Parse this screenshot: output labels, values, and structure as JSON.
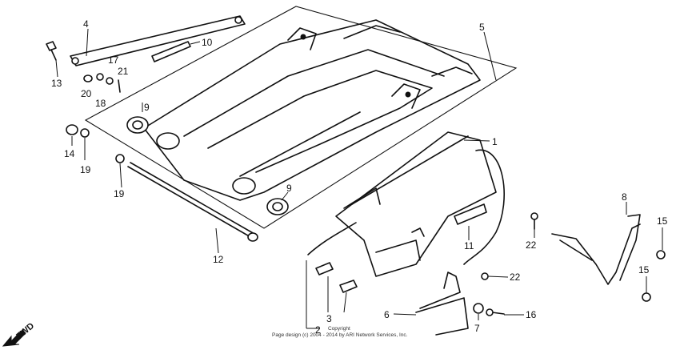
{
  "callouts": {
    "c1": "1",
    "c2": "2",
    "c3": "3",
    "c4": "4",
    "c5": "5",
    "c6": "6",
    "c7": "7",
    "c8": "8",
    "c9a": "9",
    "c9b": "9",
    "c10": "10",
    "c11": "11",
    "c12": "12",
    "c13": "13",
    "c14": "14",
    "c15a": "15",
    "c15b": "15",
    "c16": "16",
    "c17": "17",
    "c18": "18",
    "c19a": "19",
    "c19b": "19",
    "c20": "20",
    "c21": "21",
    "c22a": "22",
    "c22b": "22"
  },
  "direction_label": "FWD",
  "copyright": {
    "line1": "Copyright",
    "line2": "Page design (c) 2004 - 2014 by ARI Network Services, Inc."
  }
}
